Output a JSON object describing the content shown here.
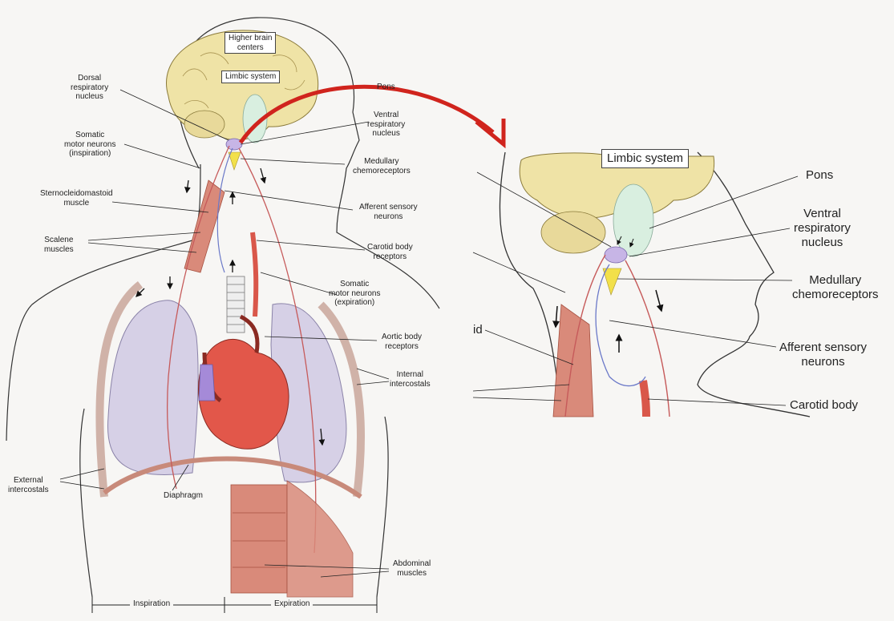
{
  "main_labels": {
    "higher_brain": "Higher brain\ncenters",
    "limbic": "Limbic system",
    "pons": "Pons",
    "dorsal": "Dorsal\nrespiratory\nnucleus",
    "ventral": "Ventral\nrespiratory\nnucleus",
    "somatic_insp": "Somatic\nmotor neurons\n(inspiration)",
    "medullary": "Medullary\nchemoreceptors",
    "scm": "Sternocleidomastoid\nmuscle",
    "afferent": "Afferent sensory\nneurons",
    "scalene": "Scalene\nmuscles",
    "carotid": "Carotid body\nreceptors",
    "somatic_exp": "Somatic\nmotor neurons\n(expiration)",
    "aortic": "Aortic body\nreceptors",
    "internal": "Internal\nintercostals",
    "external": "External\nintercostals",
    "diaphragm": "Diaphragm",
    "abdominal": "Abdominal\nmuscles",
    "inspiration": "Inspiration",
    "expiration": "Expiration"
  },
  "zoom_labels": {
    "limbic": "Limbic system",
    "pons": "Pons",
    "ventral": "Ventral\nrespiratory\nnucleus",
    "medullary": "Medullary\nchemoreceptors",
    "id": "id",
    "afferent": "Afferent sensory\nneurons",
    "carotid": "Carotid body"
  },
  "colors": {
    "arrow": "#d0241d",
    "brain": "#efe3a6",
    "lung": "#d6d0e6",
    "muscle": "#d98a7a",
    "heart": "#e2574a",
    "nerve_red": "#c65a5a",
    "nerve_blue": "#6a78c8"
  }
}
